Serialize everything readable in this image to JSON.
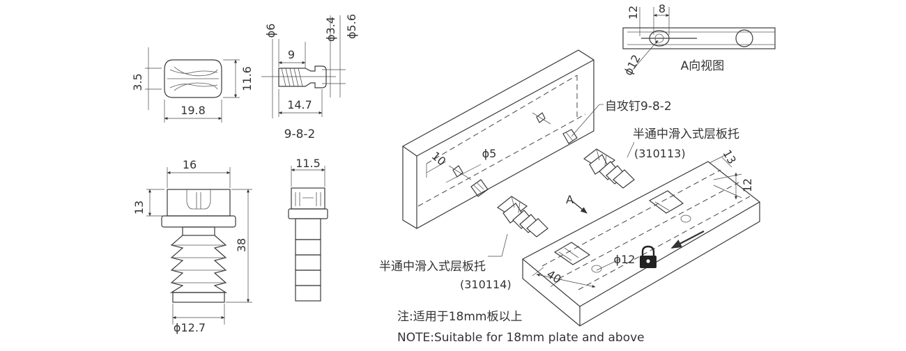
{
  "top_left_view": {
    "dim_height": "3.5",
    "dim_total_height": "11.6",
    "dim_width": "19.8"
  },
  "screw_view": {
    "dim_head_dia": "ϕ6",
    "dim_thread_len": "9",
    "dim_shank_dia": "ϕ3.4",
    "dim_outer_dia": "ϕ5.6",
    "dim_total_len": "14.7",
    "caption": "9-8-2"
  },
  "bottom_left_view": {
    "dim_head_width": "16",
    "dim_head_height": "13",
    "dim_total_height": "38",
    "dim_base_dia": "ϕ12.7"
  },
  "bottom_mid_view": {
    "dim_width": "11.5"
  },
  "a_view": {
    "dim_offset": "12",
    "dim_slot": "8",
    "dim_dia": "ϕ12",
    "caption": "A向视图"
  },
  "assembly": {
    "label_screw": "自攻钉9-8-2",
    "label_part_a": "半通中滑入式层板托",
    "label_part_a_code": "(310113)",
    "label_part_b": "半通中滑入式层板托",
    "label_part_b_code": "(310114)",
    "dim_10": "10",
    "dim_phi5": "ϕ5",
    "dim_13": "13",
    "dim_12": "12",
    "dim_40": "40",
    "dim_phi12": "ϕ12",
    "view_arrow_label": "A"
  },
  "notes": {
    "note_cn": "注:适用于18mm板以上",
    "note_en": "NOTE:Suitable for 18mm plate and above"
  }
}
